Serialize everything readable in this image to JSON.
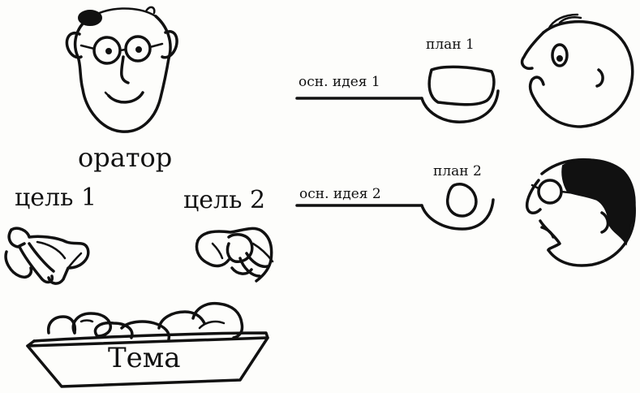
{
  "labels": {
    "orator": "оратор",
    "goal_1": "цель 1",
    "goal_2": "цель 2",
    "topic": "Тема",
    "main_idea_1": "осн. идея 1",
    "plan_1": "план 1",
    "main_idea_2": "осн. идея 2",
    "plan_2": "план 2"
  },
  "colors": {
    "ink": "#111111",
    "background": "#fdfdfb"
  },
  "icons": [
    "orator-head-icon",
    "listener-1-head-icon",
    "listener-2-head-icon",
    "left-hand-icon",
    "right-hand-icon",
    "topic-tray-icon",
    "plan-1-bowl-icon",
    "plan-2-bowl-icon"
  ]
}
